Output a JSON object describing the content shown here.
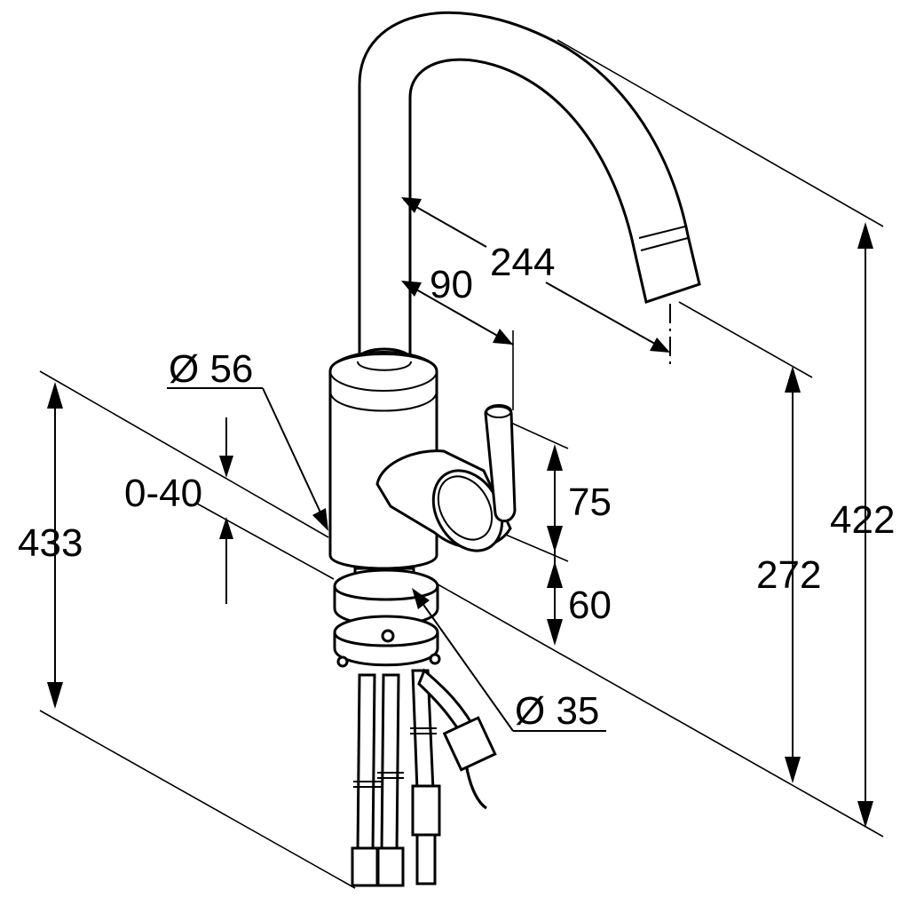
{
  "dimensions": {
    "spout_reach": "244",
    "lever_offset": "90",
    "body_diameter": "Ø 56",
    "deck_thickness": "0-40",
    "height_total_left": "433",
    "lever_height": "75",
    "base_height": "60",
    "hole_diameter": "Ø 35",
    "outlet_height": "272",
    "height_total_right": "422"
  }
}
